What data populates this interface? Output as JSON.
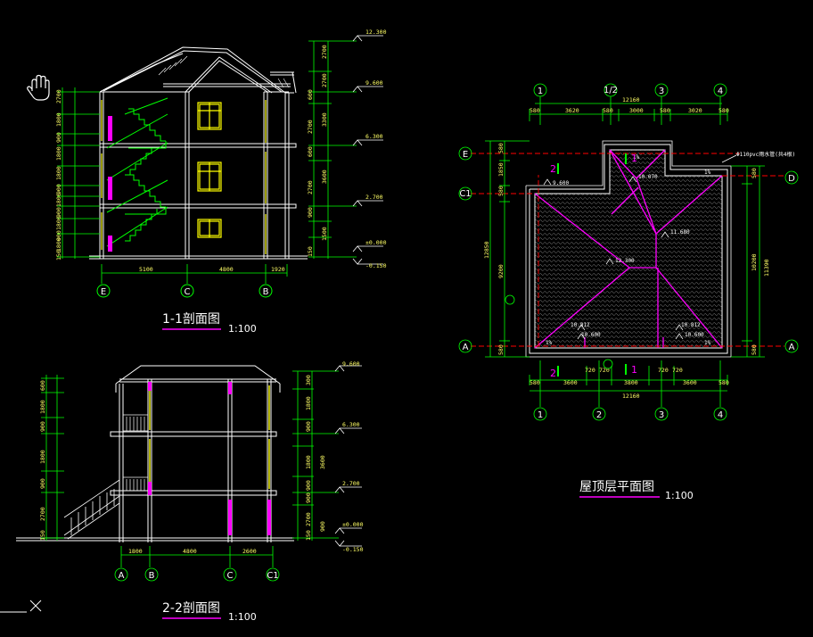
{
  "colors": {
    "background": "#000000",
    "line": "#ffffff",
    "dim": "#00ff00",
    "window": "#ffff00",
    "accent": "#ff00ff",
    "ridge": "#ff0000",
    "text": "#ffff66"
  },
  "icons": {
    "pan": "hand-pan-icon",
    "ucs": "ucs-axis-icon"
  },
  "section_1_1": {
    "title": "1-1剖面图",
    "scale": "1:100",
    "axis_labels": [
      "E",
      "C",
      "B"
    ],
    "bottom_dims": [
      "5100",
      "4800",
      "1920"
    ],
    "levels": [
      "12.300",
      "9.600",
      "6.300",
      "2.700",
      "±0.000",
      "-0.150"
    ],
    "right_dims": [
      "2700",
      "2700",
      "600",
      "3300",
      "2700",
      "600",
      "3600",
      "2700",
      "900",
      "1500",
      "150"
    ],
    "left_dims": [
      "2700",
      "1800",
      "900",
      "1800",
      "1800",
      "900",
      "1800",
      "900",
      "1800",
      "900",
      "1800",
      "150"
    ]
  },
  "section_2_2": {
    "title": "2-2剖面图",
    "scale": "1:100",
    "axis_labels": [
      "A",
      "B",
      "C",
      "C1"
    ],
    "bottom_dims": [
      "1800",
      "4800",
      "2600"
    ],
    "levels": [
      "9.600",
      "6.300",
      "2.700",
      "±0.000",
      "-0.150"
    ],
    "right_dims": [
      "300",
      "1800",
      "900",
      "3600",
      "1800",
      "900",
      "900",
      "2700",
      "900",
      "150"
    ],
    "left_dims": [
      "600",
      "1800",
      "900",
      "1800",
      "900",
      "2700",
      "150"
    ]
  },
  "roof_plan": {
    "title": "屋顶层平面图",
    "scale": "1:100",
    "top_axis_labels": [
      "1",
      "1/2",
      "3",
      "4"
    ],
    "bottom_axis_labels": [
      "1",
      "2",
      "3",
      "4"
    ],
    "left_axis_labels": [
      "E",
      "C1",
      "A"
    ],
    "right_axis_labels": [
      "D",
      "A"
    ],
    "top_total": "12160",
    "top_dims": [
      "580",
      "3620",
      "580",
      "3000",
      "580",
      "3020",
      "580"
    ],
    "bottom_total": "12160",
    "bottom_dims": [
      "580",
      "3600",
      "720",
      "720",
      "3800",
      "720",
      "720",
      "3600",
      "580"
    ],
    "left_total": "12850",
    "left_dims": [
      "580",
      "1850",
      "580",
      "9200",
      "580"
    ],
    "right_total": "11390",
    "right_dims": [
      "580",
      "10200",
      "580"
    ],
    "elevations": [
      "9.600",
      "10.070",
      "11.680",
      "12.300",
      "10.812",
      "10.600",
      "10.812",
      "10.600"
    ],
    "annotation": "Φ110pvc雨水管(共4根)",
    "section_marks": [
      "1",
      "2",
      "1",
      "2"
    ],
    "slope_labels": [
      "1%",
      "1%",
      "1%",
      "1%"
    ]
  }
}
